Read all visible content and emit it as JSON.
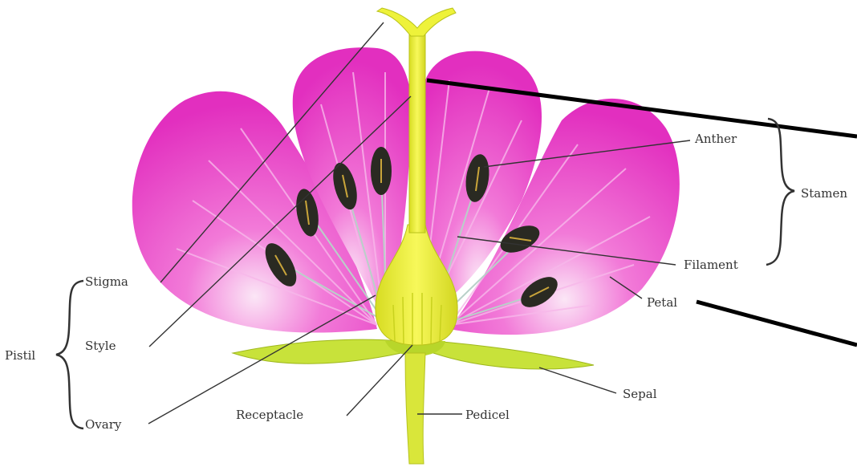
{
  "labels": {
    "stigma": "Stigma",
    "style": "Style",
    "ovary": "Ovary",
    "pistil": "Pistil",
    "anther": "Anther",
    "stamen": "Stamen",
    "filament": "Filament",
    "petal": "Petal",
    "sepal": "Sepal",
    "pedicel": "Pedicel",
    "receptacle": "Receptacle"
  },
  "colors": {
    "petal": "#e832c4",
    "petal_dark": "#c81aa8",
    "petal_vein": "#f7b8ea",
    "pistil": "#eef23a",
    "pistil_dark": "#c9d21e",
    "sepal": "#c8e23a",
    "anther": "#2a2a22",
    "anther_pollen": "#c9a53a",
    "filament": "#b9d0c9",
    "leader_line": "#333333",
    "pointer_line": "#000000"
  }
}
